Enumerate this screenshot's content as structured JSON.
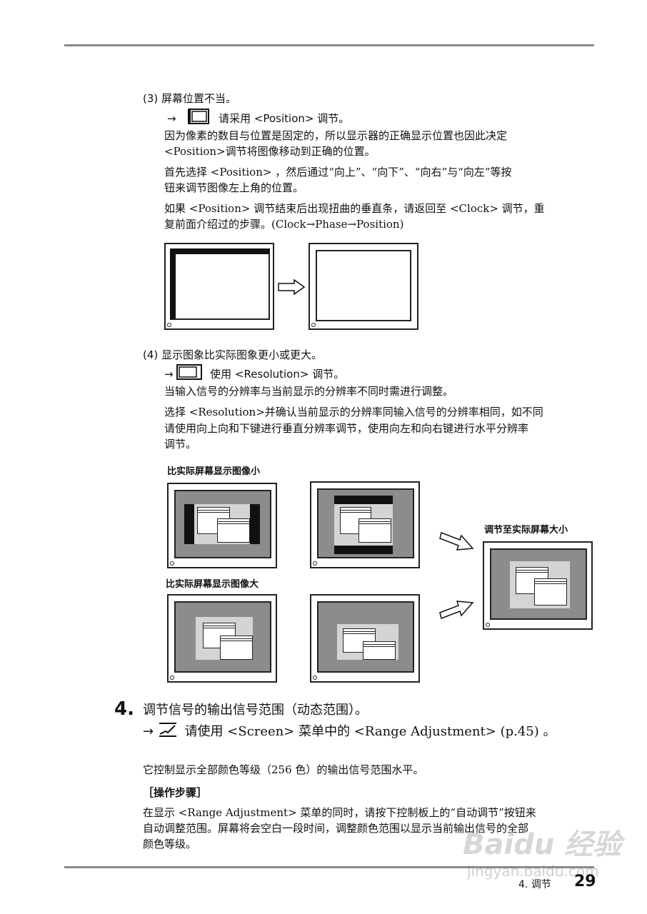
{
  "section3": {
    "heading": "(3) 屏幕位置不当。",
    "arrow": "→",
    "instruction": "请采用 <Position> 调节。",
    "p1_line1": "因为像素的数目与位置是固定的，所以显示器的正确显示位置也因此决定",
    "p1_line2": "<Position>调节将图像移动到正确的位置。",
    "p2_line1": "首先选择 <Position> ，然后通过“向上”、“向下”、“向右”与“向左”等按",
    "p2_line2": "钮来调节图像左上角的位置。",
    "p3_line1": "如果 <Position> 调节结束后出现扭曲的垂直条，请返回至 <Clock> 调节，重",
    "p3_line2": "复前面介绍过的步骤。(Clock→Phase→Position)"
  },
  "section4": {
    "heading": "(4) 显示图象比实际图象更小或更大。",
    "arrow": "→",
    "instruction": "使用 <Resolution> 调节。",
    "p1": "当输入信号的分辨率与当前显示的分辨率不同时需进行调整。",
    "p2_line1": "选择 <Resolution>并确认当前显示的分辨率同输入信号的分辨率相同，如不同",
    "p2_line2": "请使用向上向和下键进行垂直分辨率调节，使用向左和向右键进行水平分辨率",
    "p2_line3": "调节。",
    "label_smaller": "比实际屏幕显示图像小",
    "label_larger": "比实际屏幕显示图像大",
    "label_adjust": "调节至实际屏幕大小"
  },
  "step4": {
    "number": "4.",
    "title": "调节信号的输出信号范围（动态范围）。",
    "arrow": "→",
    "instruction": "请使用 <Screen> 菜单中的 <Range Adjustment> (p.45) 。",
    "desc": "它控制显示全部颜色等级（256 色）的输出信号范围水平。",
    "procedure_title": "［操作步骤］",
    "proc_line1": "在显示 <Range Adjustment> 菜单的同时，请按下控制板上的“自动调节”按钮来",
    "proc_line2": "自动调整范围。屏幕将会空白一段时间，调整颜色范围以显示当前输出信号的全部",
    "proc_line3": "颜色等级。"
  },
  "footer": {
    "chapter": "4. 调节",
    "page": "29"
  },
  "watermark": {
    "brand": "Baidu 经验",
    "url": "jingyan.baidu.com"
  }
}
